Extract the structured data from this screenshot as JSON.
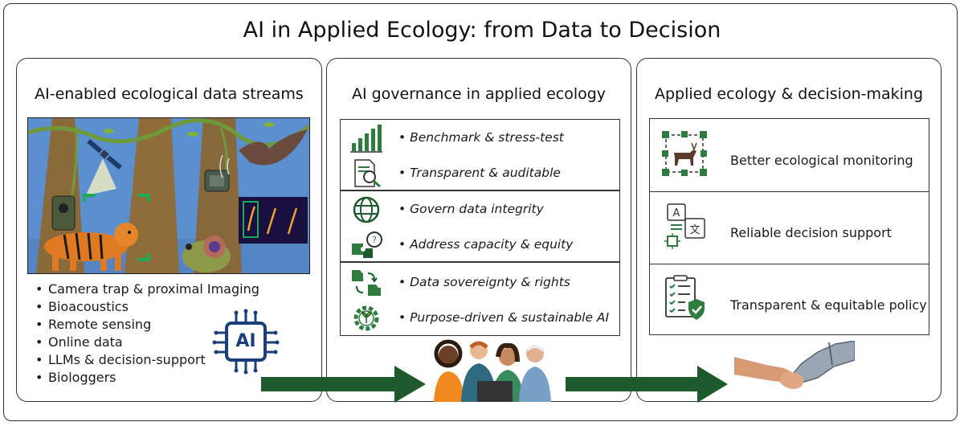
{
  "title": "AI in Applied Ecology: from Data to Decision",
  "panels": {
    "left": {
      "title": "AI-enabled ecological data streams",
      "streams": [
        "Camera trap & proximal Imaging",
        "Bioacoustics",
        "Remote sensing",
        "Online data",
        "LLMs & decision-support",
        "Biologgers"
      ],
      "ai_badge": "AI"
    },
    "middle": {
      "title": "AI governance in applied ecology",
      "principles": [
        {
          "label": "Benchmark & stress-test",
          "icon": "bar-chart-icon"
        },
        {
          "label": "Transparent & auditable",
          "icon": "document-magnifier-icon"
        },
        {
          "label": "Govern data integrity",
          "icon": "globe-icon"
        },
        {
          "label": "Address capacity & equity",
          "icon": "puzzle-question-icon"
        },
        {
          "label": "Data sovereignty & rights",
          "icon": "folder-transfer-icon"
        },
        {
          "label": "Purpose-driven & sustainable AI",
          "icon": "gear-leaf-icon"
        }
      ]
    },
    "right": {
      "title": "Applied ecology & decision-making",
      "outcomes": [
        {
          "label": "Better ecological monitoring",
          "icon": "deer-detection-icon"
        },
        {
          "label": "Reliable decision support",
          "icon": "translation-chip-icon"
        },
        {
          "label": "Transparent & equitable policy",
          "icon": "checklist-shield-icon"
        }
      ]
    }
  },
  "colors": {
    "accent_green": "#1f5a2c",
    "icon_green": "#2e7d3e",
    "scene_sky": "#5b8fd0",
    "tree_brown": "#8a6a3a"
  }
}
